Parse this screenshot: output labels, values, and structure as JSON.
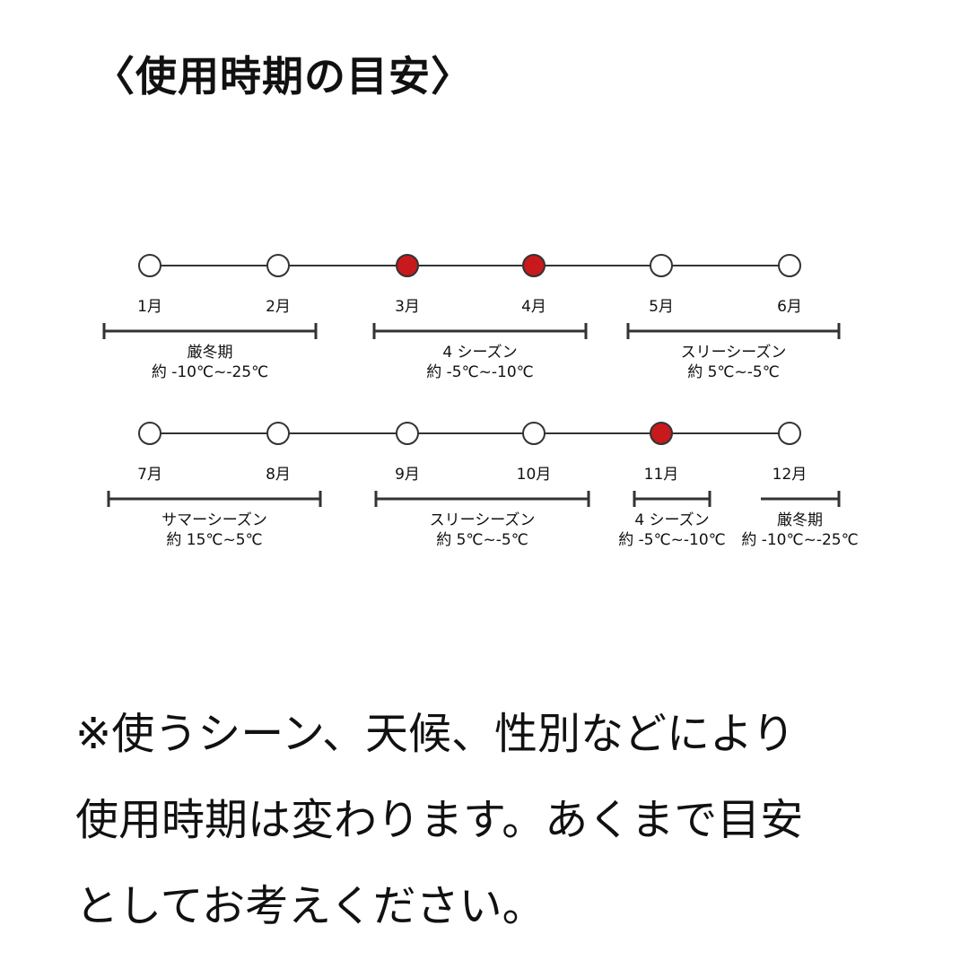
{
  "heading": "〈使用時期の目安〉",
  "colors": {
    "active": "#c8191c",
    "inactive": "#ffffff",
    "line": "#333333",
    "text": "#111111"
  },
  "rows": [
    {
      "months": [
        {
          "label": "1月",
          "active": false
        },
        {
          "label": "2月",
          "active": false
        },
        {
          "label": "3月",
          "active": true
        },
        {
          "label": "4月",
          "active": true
        },
        {
          "label": "5月",
          "active": false
        },
        {
          "label": "6月",
          "active": false
        }
      ],
      "seasons": [
        {
          "name": "厳冬期",
          "range": "約 -10℃~-25℃"
        },
        {
          "name": "4 シーズン",
          "range": "約 -5℃~-10℃"
        },
        {
          "name": "スリーシーズン",
          "range": "約 5℃~-5℃"
        }
      ]
    },
    {
      "months": [
        {
          "label": "7月",
          "active": false
        },
        {
          "label": "8月",
          "active": false
        },
        {
          "label": "9月",
          "active": false
        },
        {
          "label": "10月",
          "active": false
        },
        {
          "label": "11月",
          "active": true
        },
        {
          "label": "12月",
          "active": false
        }
      ],
      "seasons": [
        {
          "name": "サマーシーズン",
          "range": "約 15℃~5℃"
        },
        {
          "name": "スリーシーズン",
          "range": "約 5℃~-5℃"
        },
        {
          "name": "4 シーズン",
          "range": "約 -5℃~-10℃"
        },
        {
          "name": "厳冬期",
          "range": "約 -10℃~-25℃"
        }
      ]
    }
  ],
  "note": {
    "lines": [
      "※使うシーン、天候、性別などにより",
      "使用時期は変わります。あくまで目安",
      "としてお考えください。"
    ]
  }
}
